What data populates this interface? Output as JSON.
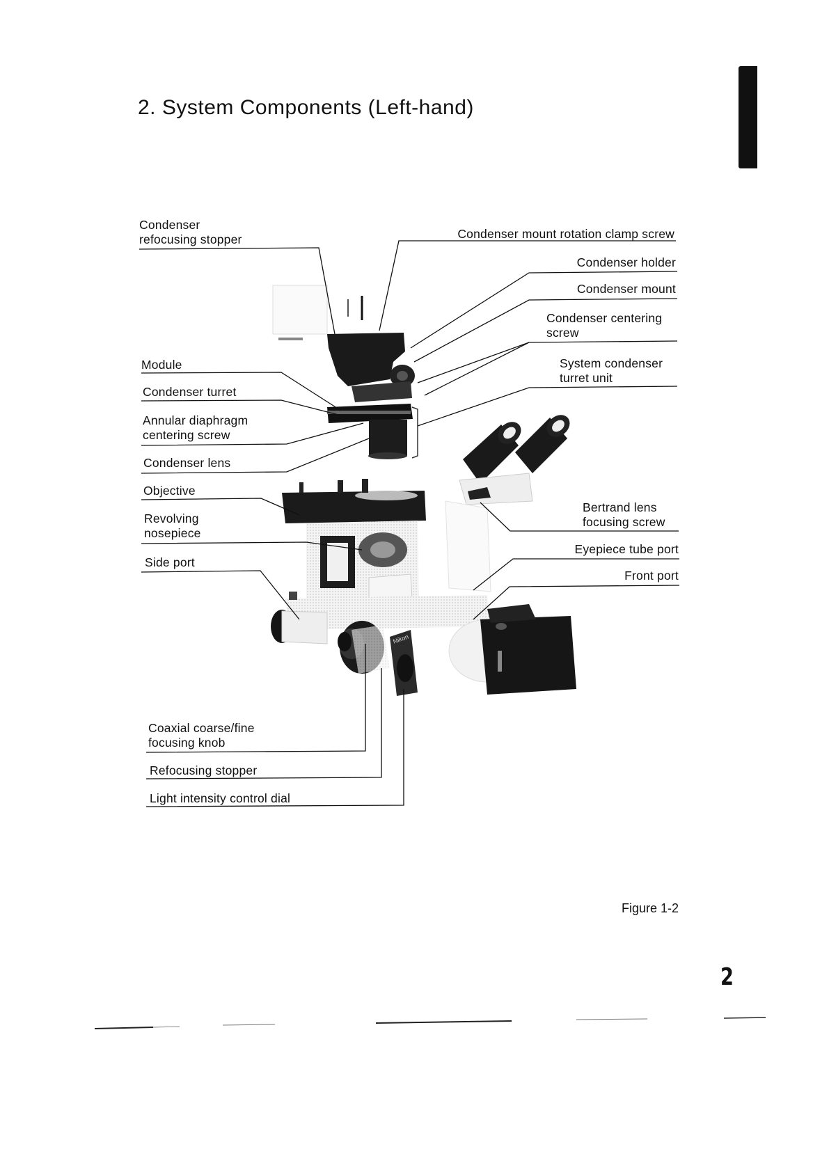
{
  "page": {
    "title": "2. System Components (Left-hand)",
    "figure_caption": "Figure 1-2",
    "page_number": "2"
  },
  "labels_left": {
    "condenser_refocusing_stopper": [
      "Condenser",
      "refocusing stopper"
    ],
    "module": "Module",
    "condenser_turret": "Condenser turret",
    "annular_diaphragm": [
      "Annular diaphragm",
      "centering screw"
    ],
    "condenser_lens": "Condenser lens",
    "objective": "Objective",
    "revolving_nosepiece": [
      "Revolving",
      "nosepiece"
    ],
    "side_port": "Side port",
    "coaxial_knob": [
      "Coaxial coarse/fine",
      "focusing knob"
    ],
    "refocusing_stopper": "Refocusing stopper",
    "light_intensity_dial": "Light intensity control dial"
  },
  "labels_right": {
    "clamp_screw": "Condenser mount rotation clamp screw",
    "condenser_holder": "Condenser holder",
    "condenser_mount": "Condenser mount",
    "condenser_centering": [
      "Condenser centering",
      "screw"
    ],
    "system_condenser_turret": [
      "System condenser",
      "turret unit"
    ],
    "bertrand_lens": [
      "Bertrand lens",
      "focusing screw"
    ],
    "eyepiece_tube_port": "Eyepiece tube port",
    "front_port": "Front port"
  },
  "microscope_illustration": {
    "brand_mark": "Nikon"
  }
}
